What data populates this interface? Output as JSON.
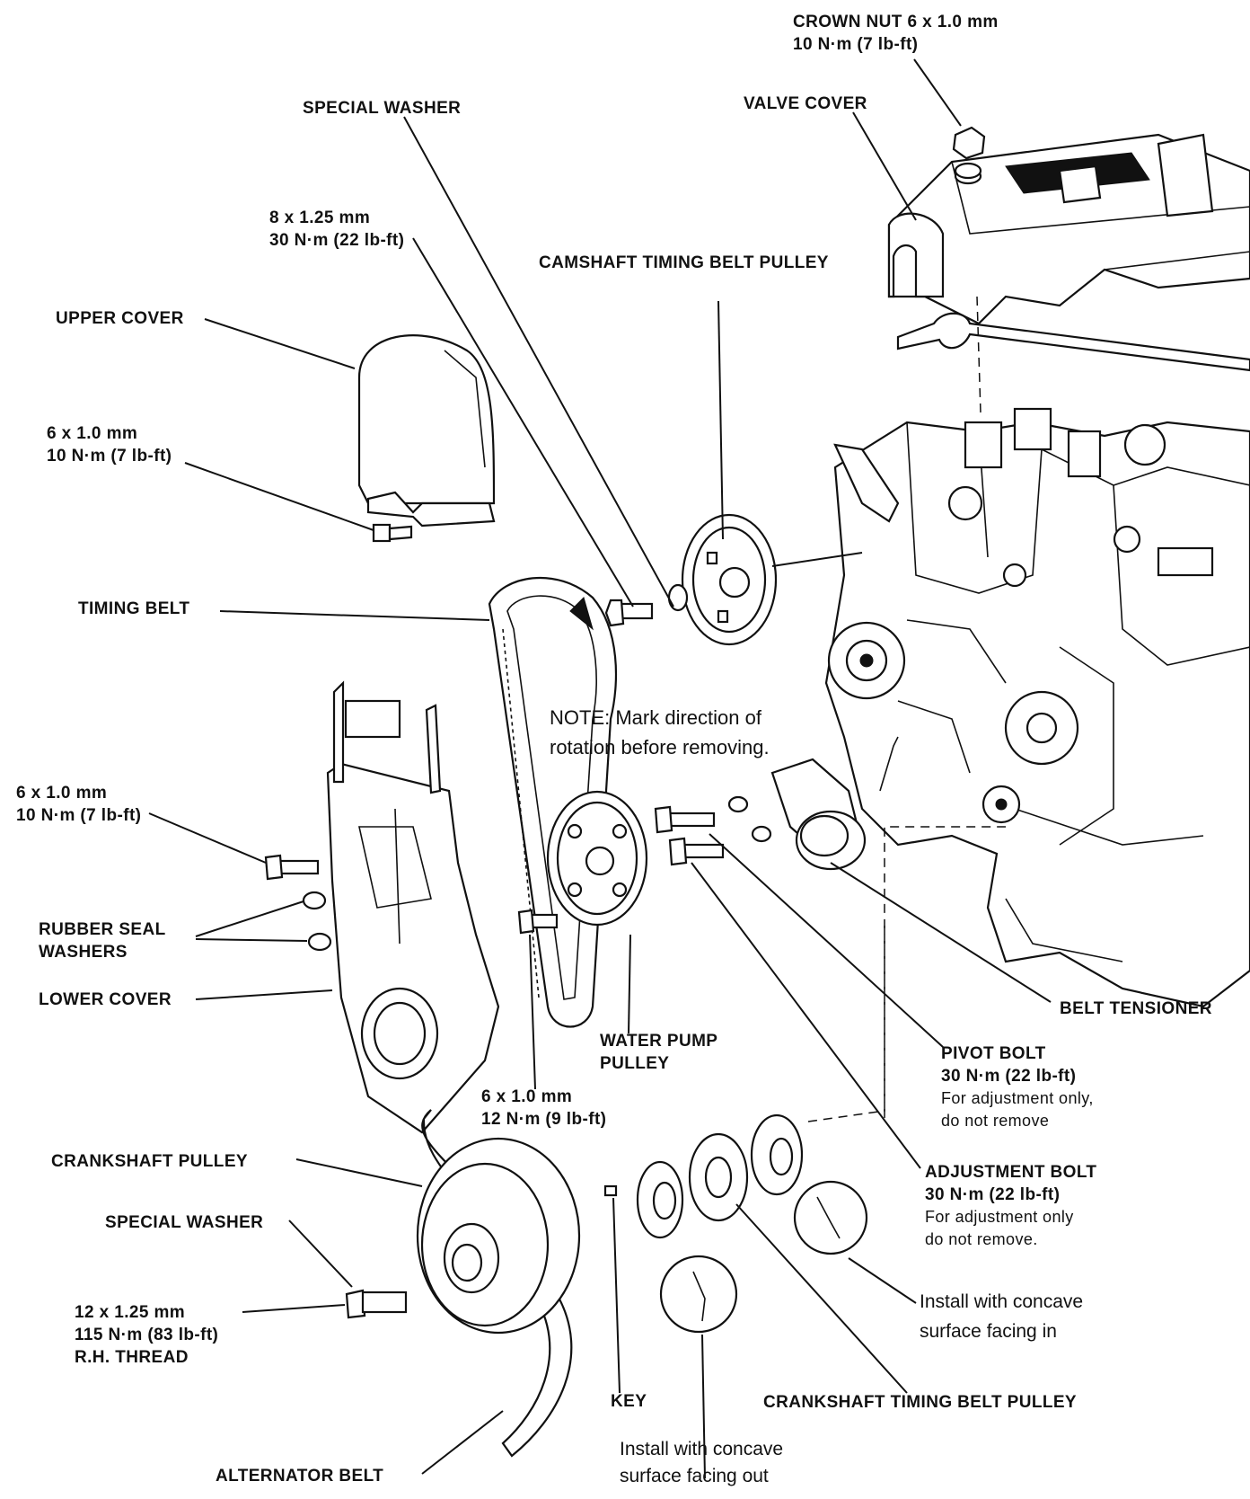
{
  "labels": {
    "crown_nut": [
      "CROWN NUT 6 x 1.0 mm",
      "10 N·m (7 lb-ft)"
    ],
    "valve_cover": [
      "VALVE COVER"
    ],
    "special_washer_top": [
      "SPECIAL WASHER"
    ],
    "bolt_8x125": [
      "8 x 1.25 mm",
      "30 N·m (22 lb-ft)"
    ],
    "camshaft_pulley": [
      "CAMSHAFT TIMING BELT PULLEY"
    ],
    "upper_cover": [
      "UPPER COVER"
    ],
    "bolt_6x10_upper": [
      "6 x 1.0 mm",
      "10 N·m (7 lb-ft)"
    ],
    "timing_belt": [
      "TIMING BELT"
    ],
    "note": [
      "NOTE:  Mark direction of",
      "rotation before removing."
    ],
    "bolt_6x10_lower": [
      "6 x 1.0 mm",
      "10 N·m (7 lb-ft)"
    ],
    "rubber_seal_washers": [
      "RUBBER SEAL",
      "WASHERS"
    ],
    "lower_cover": [
      "LOWER COVER"
    ],
    "water_pump_pulley": [
      "WATER PUMP",
      "PULLEY"
    ],
    "bolt_6x10_pump": [
      "6 x 1.0 mm",
      "12 N·m (9 lb-ft)"
    ],
    "belt_tensioner": [
      "BELT TENSIONER"
    ],
    "pivot_bolt": [
      "PIVOT BOLT",
      "30 N·m (22 lb-ft)"
    ],
    "pivot_bolt_note": [
      "For adjustment only,",
      "do not remove"
    ],
    "adjustment_bolt": [
      "ADJUSTMENT BOLT",
      "30 N·m (22 lb-ft)"
    ],
    "adjustment_bolt_note": [
      "For adjustment only",
      "do not remove."
    ],
    "crankshaft_pulley": [
      "CRANKSHAFT PULLEY"
    ],
    "special_washer_bottom": [
      "SPECIAL WASHER"
    ],
    "bolt_12x125": [
      "12 x 1.25 mm",
      "115 N·m (83 lb-ft)",
      "R.H.  THREAD"
    ],
    "install_in": [
      "Install with concave",
      "surface facing in"
    ],
    "key": [
      "KEY"
    ],
    "crankshaft_timing_pulley": [
      "CRANKSHAFT TIMING BELT PULLEY"
    ],
    "install_out": [
      "Install with concave",
      "surface facing out"
    ],
    "alternator_belt": [
      "ALTERNATOR BELT"
    ]
  }
}
